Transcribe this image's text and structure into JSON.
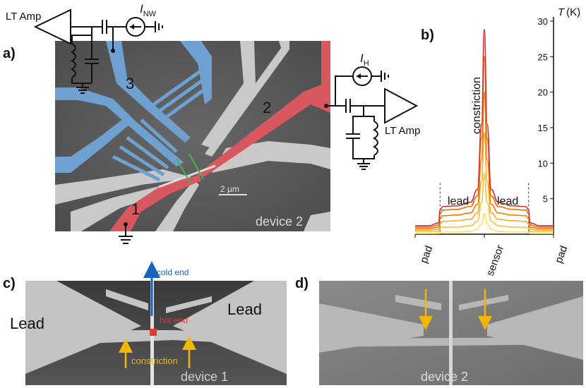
{
  "panels": {
    "a": {
      "letter": "a)",
      "amp_left": "LT Amp",
      "current_nw_main": "I",
      "current_nw_sub": "NW",
      "electrode_3": "3",
      "electrode_2": "2",
      "electrode_1": "1",
      "current_h_main": "I",
      "current_h_sub": "H",
      "amp_right": "LT Amp",
      "scalebar": "2 µm",
      "device": "device 2",
      "colors": {
        "blue": "#6ea1cf",
        "red": "#d9585f",
        "sem_bg": "#5c5c5c",
        "metal": "#c8c8c8"
      }
    },
    "b": {
      "letter": "b)",
      "ylabel_main": "T",
      "ylabel_unit": "(K)",
      "annotation_constriction": "constriction",
      "annotation_lead_left": "lead",
      "annotation_lead_right": "lead",
      "xticks": [
        "pad",
        "sensor",
        "pad"
      ]
    },
    "c": {
      "letter": "c)",
      "cold_end": "cold end",
      "hot_end": "hot end",
      "lead_left": "Lead",
      "lead_right": "Lead",
      "constriction": "constriction",
      "device": "device 1",
      "colors": {
        "cold": "#1565c0",
        "hot": "#e53935",
        "constriction": "#f2b705"
      }
    },
    "d": {
      "letter": "d)",
      "device": "device 2",
      "colors": {
        "arrow": "#f2b705"
      }
    }
  },
  "chart_data": {
    "type": "line",
    "title": "",
    "xlabel": "",
    "ylabel": "T (K)",
    "ylim": [
      0,
      30
    ],
    "yticks": [
      5,
      10,
      15,
      20,
      25,
      30
    ],
    "xticks": [
      "pad",
      "sensor",
      "pad"
    ],
    "x": [
      0,
      0.1,
      0.17,
      0.18,
      0.2,
      0.3,
      0.4,
      0.45,
      0.48,
      0.5,
      0.52,
      0.55,
      0.6,
      0.7,
      0.8,
      0.82,
      0.83,
      0.9,
      1.0
    ],
    "series": [
      {
        "color": "#fde05c",
        "values": [
          0.1,
          0.1,
          0.1,
          0.2,
          0.3,
          0.3,
          0.4,
          0.7,
          1.5,
          2.9,
          1.5,
          0.7,
          0.4,
          0.3,
          0.3,
          0.2,
          0.1,
          0.1,
          0.1
        ]
      },
      {
        "color": "#fbc02d",
        "values": [
          0.4,
          0.4,
          0.4,
          0.8,
          1.0,
          1.0,
          1.2,
          1.8,
          4.5,
          8.6,
          4.5,
          1.8,
          1.2,
          1.0,
          1.0,
          0.8,
          0.4,
          0.4,
          0.4
        ]
      },
      {
        "color": "#f9a825",
        "values": [
          0.6,
          0.6,
          0.7,
          1.5,
          1.8,
          1.9,
          2.1,
          3.0,
          7.5,
          14.3,
          7.5,
          3.0,
          2.1,
          1.9,
          1.8,
          1.5,
          0.7,
          0.6,
          0.6
        ]
      },
      {
        "color": "#f57c00",
        "values": [
          0.8,
          0.8,
          1.0,
          2.2,
          2.6,
          2.7,
          3.0,
          4.2,
          10.5,
          20.0,
          10.5,
          4.2,
          3.0,
          2.7,
          2.6,
          2.2,
          1.0,
          0.8,
          0.8
        ]
      },
      {
        "color": "#ef6c00",
        "values": [
          1.0,
          1.0,
          1.3,
          2.9,
          3.4,
          3.5,
          3.9,
          5.4,
          13.5,
          25.0,
          13.5,
          5.4,
          3.9,
          3.5,
          3.4,
          2.9,
          1.3,
          1.0,
          1.0
        ]
      },
      {
        "color": "#d32f2f",
        "values": [
          1.2,
          1.2,
          1.6,
          3.4,
          3.9,
          4.0,
          4.5,
          6.3,
          15.5,
          28.8,
          15.5,
          6.3,
          4.5,
          4.0,
          3.9,
          3.4,
          1.6,
          1.2,
          1.2
        ]
      }
    ]
  }
}
